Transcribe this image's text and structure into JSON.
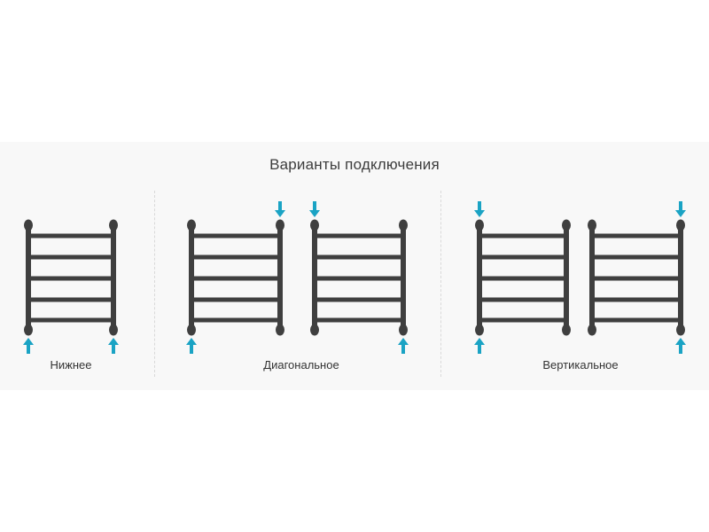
{
  "title": "Варианты подключения",
  "colors": {
    "rail": "#3f3f3f",
    "arrow": "#1aa3c4",
    "text": "#333333",
    "background_band": "#f8f8f8"
  },
  "groups": [
    {
      "label": "Нижнее",
      "radiators": [
        {
          "rungs": 5,
          "inlets": [
            {
              "side": "left",
              "end": "bottom",
              "direction": "up"
            },
            {
              "side": "right",
              "end": "bottom",
              "direction": "up"
            }
          ]
        }
      ]
    },
    {
      "label": "Диагональное",
      "radiators": [
        {
          "rungs": 5,
          "inlets": [
            {
              "side": "right",
              "end": "top",
              "direction": "down"
            },
            {
              "side": "left",
              "end": "bottom",
              "direction": "up"
            }
          ]
        },
        {
          "rungs": 5,
          "inlets": [
            {
              "side": "left",
              "end": "top",
              "direction": "down"
            },
            {
              "side": "right",
              "end": "bottom",
              "direction": "up"
            }
          ]
        }
      ]
    },
    {
      "label": "Вертикальное",
      "radiators": [
        {
          "rungs": 5,
          "inlets": [
            {
              "side": "left",
              "end": "top",
              "direction": "down"
            },
            {
              "side": "left",
              "end": "bottom",
              "direction": "up"
            }
          ]
        },
        {
          "rungs": 5,
          "inlets": [
            {
              "side": "right",
              "end": "top",
              "direction": "down"
            },
            {
              "side": "right",
              "end": "bottom",
              "direction": "up"
            }
          ]
        }
      ]
    }
  ]
}
